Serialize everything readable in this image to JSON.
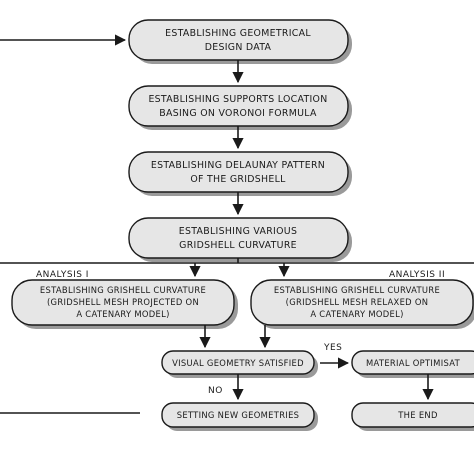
{
  "nodes": {
    "n1": {
      "line1": "ESTABLISHING GEOMETRICAL",
      "line2": "DESIGN DATA"
    },
    "n2": {
      "line1": "ESTABLISHING SUPPORTS LOCATION",
      "line2": "BASING ON VORONOI FORMULA"
    },
    "n3": {
      "line1": "ESTABLISHING DELAUNAY PATTERN",
      "line2": "OF THE GRIDSHELL"
    },
    "n4": {
      "line1": "ESTABLISHING VARIOUS",
      "line2": "GRIDSHELL CURVATURE"
    },
    "n5": {
      "line1": "ESTABLISHING GRISHELL CURVATURE",
      "line2": "(GRIDSHELL MESH PROJECTED ON",
      "line3": "A CATENARY MODEL)"
    },
    "n6": {
      "line1": "ESTABLISHING GRISHELL CURVATURE",
      "line2": "(GRIDSHELL MESH RELAXED ON",
      "line3": "A CATENARY MODEL)"
    },
    "n7": {
      "line1": "VISUAL GEOMETRY SATISFIED"
    },
    "n8": {
      "line1": "MATERIAL OPTIMISAT"
    },
    "n9": {
      "line1": "SETTING NEW GEOMETRIES"
    },
    "n10": {
      "line1": "THE END"
    }
  },
  "labels": {
    "analysis_1": "ANALYSIS I",
    "analysis_2": "ANALYSIS II",
    "yes": "YES",
    "no": "NO"
  },
  "colors": {
    "node_fill": "#e6e6e6",
    "stroke": "#1a1a1a",
    "shadow": "#9a9a9a"
  }
}
